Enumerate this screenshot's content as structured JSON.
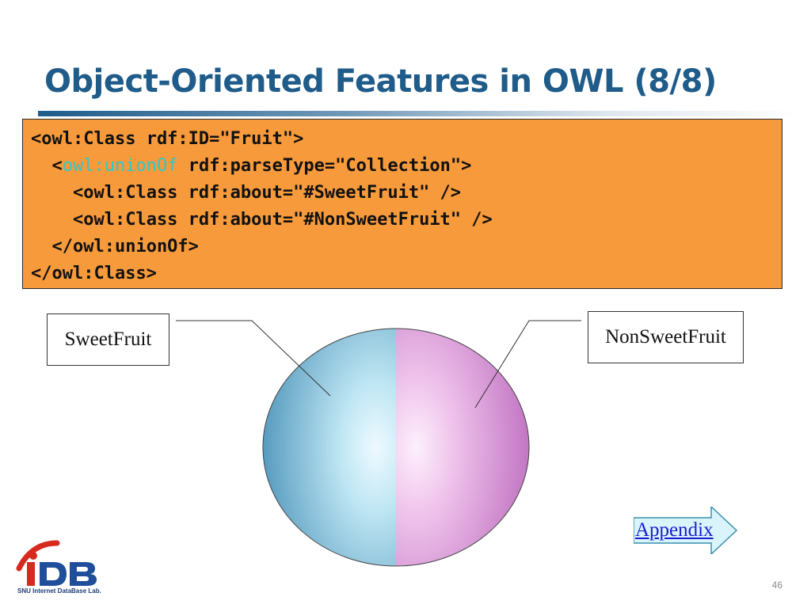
{
  "slide": {
    "title": "Object-Oriented Features in OWL (8/8)",
    "page_number": "46"
  },
  "code": {
    "line1": "<owl:Class rdf:ID=\"Fruit\">",
    "line2_prefix": "  <",
    "line2_keyword": "owl:unionOf",
    "line2_rest": " rdf:parseType=\"Collection\">",
    "line3": "    <owl:Class rdf:about=\"#SweetFruit\" />",
    "line4": "    <owl:Class rdf:about=\"#NonSweetFruit\" />",
    "line5": "  </owl:unionOf>",
    "line6": "</owl:Class>"
  },
  "diagram": {
    "left_label": "SweetFruit",
    "right_label": "NonSweetFruit",
    "colors": {
      "left_half": "#4f95bb",
      "right_half": "#bf6fc0"
    }
  },
  "nav": {
    "appendix_label": "Appendix",
    "arrow_color": "#d9f4fb"
  },
  "logo": {
    "mark": "IDB",
    "caption": "SNU Internet DataBase Lab.",
    "colors": {
      "red": "#d72a1f",
      "blue": "#1f4e9a"
    }
  }
}
